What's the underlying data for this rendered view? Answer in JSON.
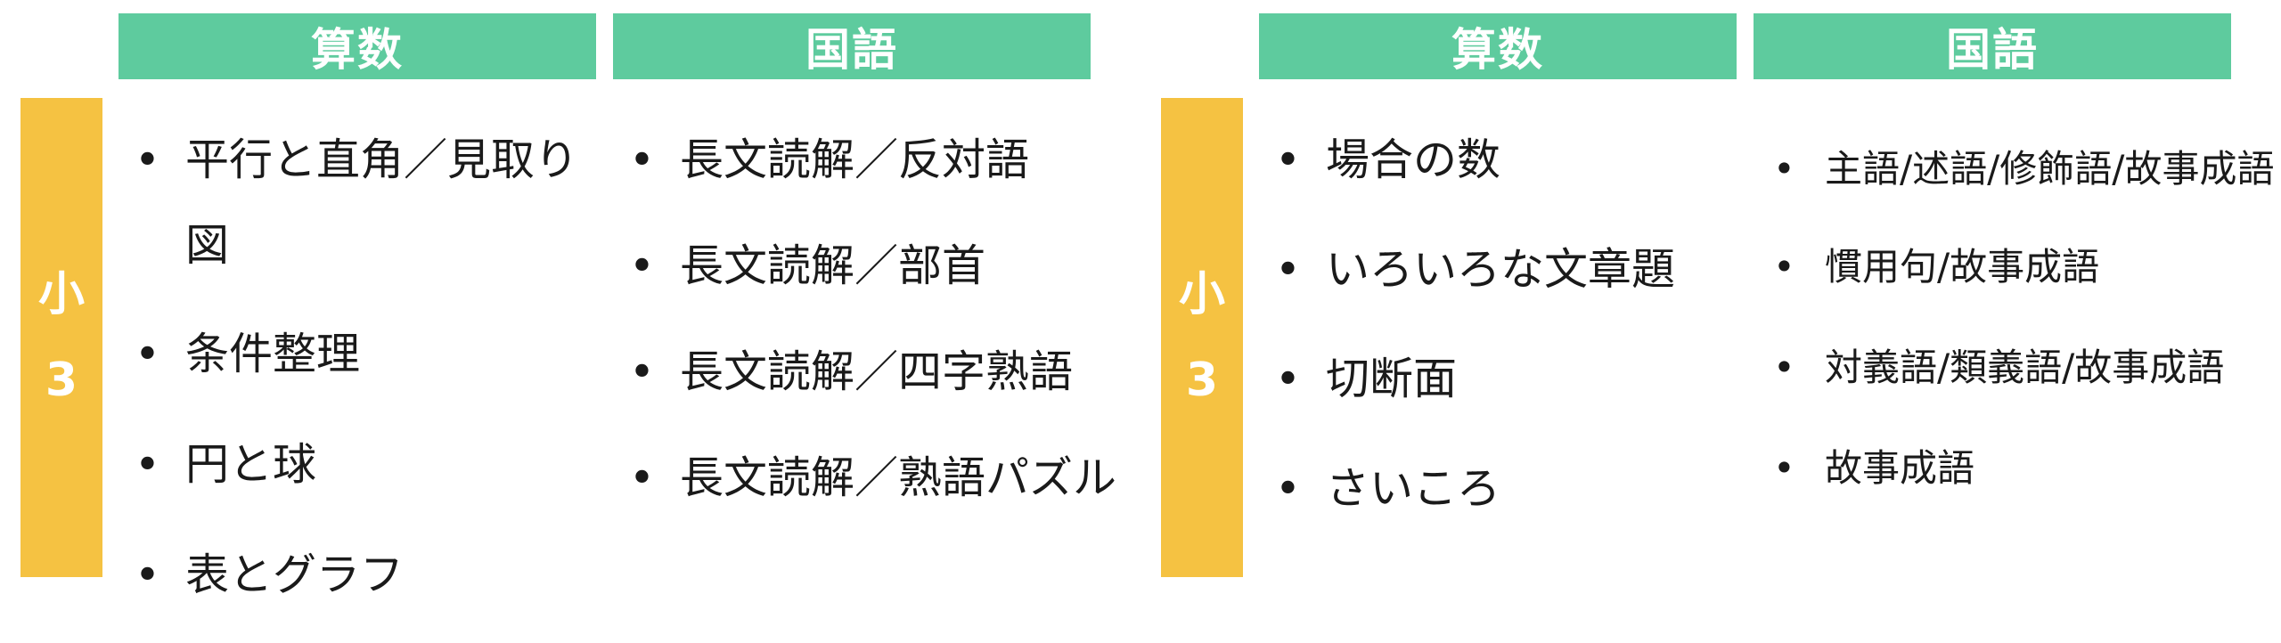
{
  "panels": [
    {
      "grade": [
        "小",
        "3"
      ],
      "headers": {
        "math": "算数",
        "japanese": "国語"
      },
      "math_topics": [
        "平行と直角／見取り図",
        "条件整理",
        "円と球",
        "表とグラフ"
      ],
      "japanese_topics": [
        "長文読解／反対語",
        "長文読解／部首",
        "長文読解／四字熟語",
        "長文読解／熟語パズル"
      ]
    },
    {
      "grade": [
        "小",
        "3"
      ],
      "headers": {
        "math": "算数",
        "japanese": "国語"
      },
      "math_topics": [
        "場合の数",
        "いろいろな文章題",
        "切断面",
        "さいころ"
      ],
      "japanese_topics": [
        "主語/述語/修飾語/故事成語",
        "慣用句/故事成語",
        "対義語/類義語/故事成語",
        "故事成語"
      ]
    }
  ],
  "colors": {
    "grade_bar": "#f5c242",
    "subject_header": "#5ecb9e",
    "header_text": "#ffffff",
    "body_text": "#1a1a1a"
  }
}
